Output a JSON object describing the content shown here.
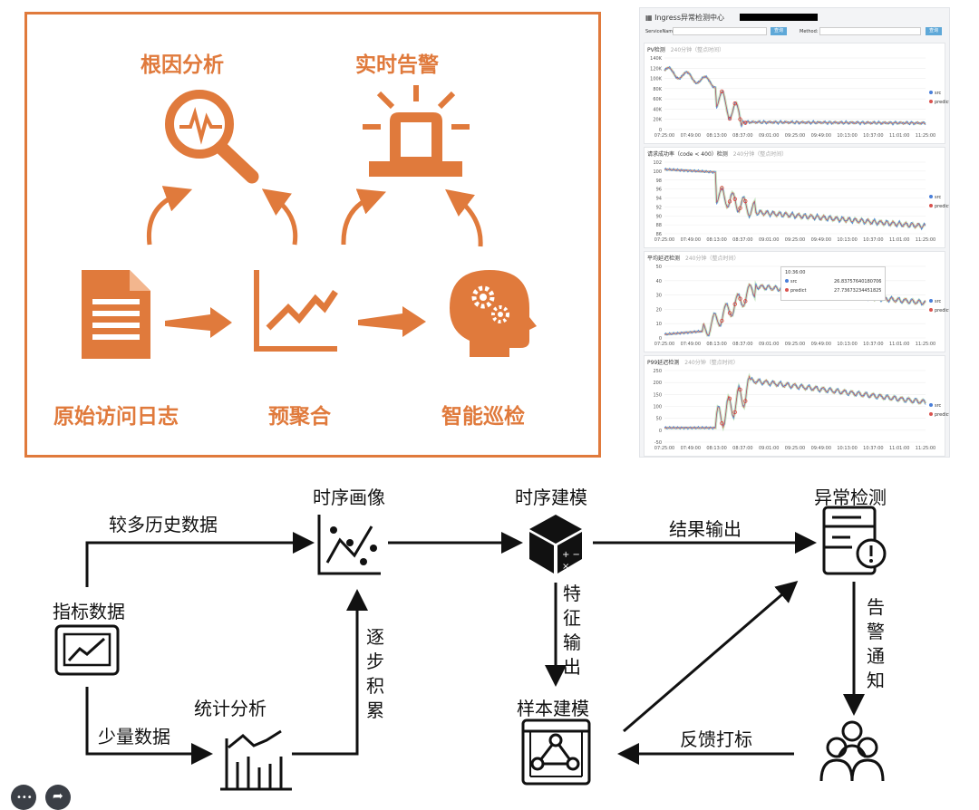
{
  "top_diagram": {
    "labels": {
      "root_cause": "根因分析",
      "realtime_alert": "实时告警",
      "raw_logs": "原始访问日志",
      "pre_aggregation": "预聚合",
      "smart_inspection": "智能巡检"
    },
    "color": "#e07a3c",
    "icons": [
      "magnifier-waveform-icon",
      "siren-icon",
      "document-icon",
      "trend-chart-icon",
      "brain-gears-icon"
    ]
  },
  "dashboard": {
    "title": "Ingress异常检测中心",
    "filters": {
      "service_label": "ServiceName:",
      "method_label": "Method:",
      "button_label": "查询"
    },
    "x_ticks": [
      "07:25:00",
      "07:49:00",
      "08:13:00",
      "08:37:00",
      "09:01:00",
      "09:25:00",
      "09:49:00",
      "10:13:00",
      "10:37:00",
      "11:01:00",
      "11:25:00"
    ],
    "legend": [
      "src",
      "predict"
    ],
    "series_colors": {
      "src": "#4a7fd9",
      "predict": "#d9534f"
    },
    "panels": [
      {
        "title": "PV检测",
        "subtitle": "240分钟（整点时间）",
        "y_ticks": [
          "140K",
          "120K",
          "100K",
          "80K",
          "60K",
          "40K",
          "20K",
          "0"
        ]
      },
      {
        "title": "请求成功率（code < 400）检测",
        "subtitle": "240分钟（整点时间）",
        "y_ticks": [
          "102",
          "100",
          "98",
          "96",
          "94",
          "92",
          "90",
          "88",
          "86"
        ]
      },
      {
        "title": "平均延迟检测",
        "subtitle": "240分钟（整点时间）",
        "y_ticks": [
          "50",
          "40",
          "30",
          "20",
          "10",
          "0"
        ]
      },
      {
        "title": "P99延迟检测",
        "subtitle": "240分钟（整点时间）",
        "y_ticks": [
          "250",
          "200",
          "150",
          "100",
          "50",
          "0",
          "-50"
        ]
      }
    ],
    "tooltip": {
      "time": "10:36:00",
      "src_label": "src",
      "src_value": "26.83757640180706",
      "predict_label": "predict",
      "predict_value": "27.73673234451825"
    }
  },
  "flow_diagram": {
    "nodes": {
      "metric_data": "指标数据",
      "ts_profile": "时序画像",
      "ts_modeling": "时序建模",
      "anomaly_detection": "异常检测",
      "stat_analysis": "统计分析",
      "sample_modeling": "样本建模"
    },
    "edges": {
      "more_history": "较多历史数据",
      "less_data": "少量数据",
      "result_output": "结果输出",
      "feature_output": "特征输出",
      "gradual_accumulation": "逐步积累",
      "alert_notify": "告警通知",
      "feedback_label": "反馈打标"
    }
  }
}
